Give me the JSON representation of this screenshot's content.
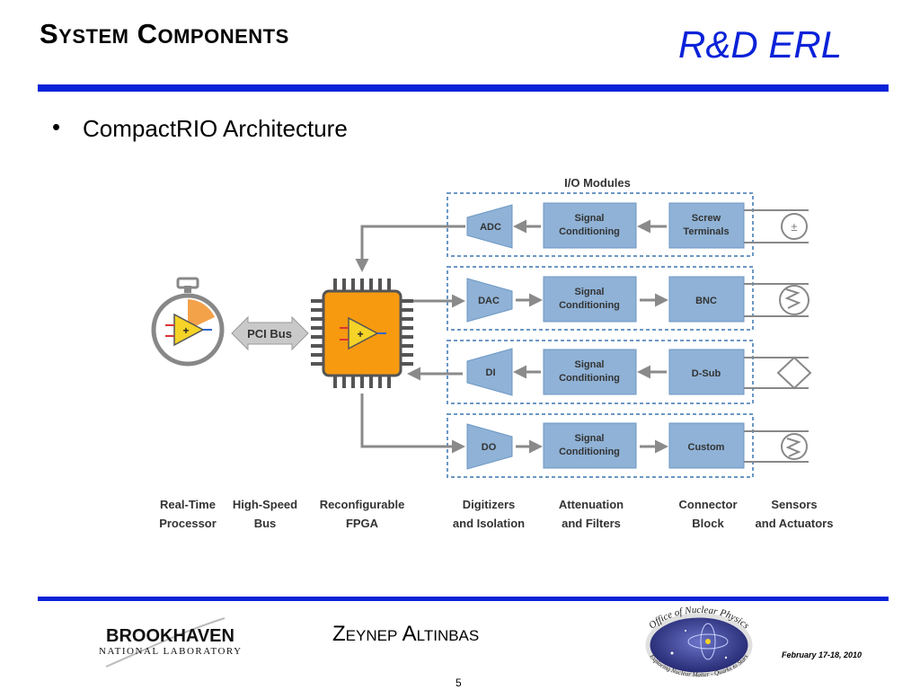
{
  "header": {
    "title": "System Components",
    "brand": "R&D ERL"
  },
  "content": {
    "bullet": "•",
    "bullet_text": "CompactRIO Architecture"
  },
  "diagram": {
    "io_title": "I/O Modules",
    "pci_bus": "PCI Bus",
    "rows": [
      {
        "module": "ADC",
        "conditioning": [
          "Signal",
          "Conditioning"
        ],
        "connector": [
          "Screw",
          "Terminals"
        ]
      },
      {
        "module": "DAC",
        "conditioning": [
          "Signal",
          "Conditioning"
        ],
        "connector": [
          "BNC"
        ]
      },
      {
        "module": "DI",
        "conditioning": [
          "Signal",
          "Conditioning"
        ],
        "connector": [
          "D-Sub"
        ]
      },
      {
        "module": "DO",
        "conditioning": [
          "Signal",
          "Conditioning"
        ],
        "connector": [
          "Custom"
        ]
      }
    ],
    "captions": [
      [
        "Real-Time",
        "Processor"
      ],
      [
        "High-Speed",
        "Bus"
      ],
      [
        "Reconfigurable",
        "FPGA"
      ],
      [
        "Digitizers",
        "and Isolation"
      ],
      [
        "Attenuation",
        "and Filters"
      ],
      [
        "Connector",
        "Block"
      ],
      [
        "Sensors",
        "and Actuators"
      ]
    ],
    "colors": {
      "box": "#8fb2d6",
      "fpga": "#f79a0f",
      "amp": "#f5d327",
      "dashed": "#6c97c4",
      "arrow": "#8a8a8a"
    }
  },
  "footer": {
    "presenter": "Zeynep Altinbas",
    "date": "February 17-18, 2010",
    "page": "5",
    "bnl_logo": {
      "line1": "BROOKHAVEN",
      "line2": "NATIONAL LABORATORY"
    },
    "onp_logo": {
      "top": "Office of Nuclear Physics",
      "bottom": "Exploring Nuclear Matter - Quarks to Stars"
    }
  }
}
